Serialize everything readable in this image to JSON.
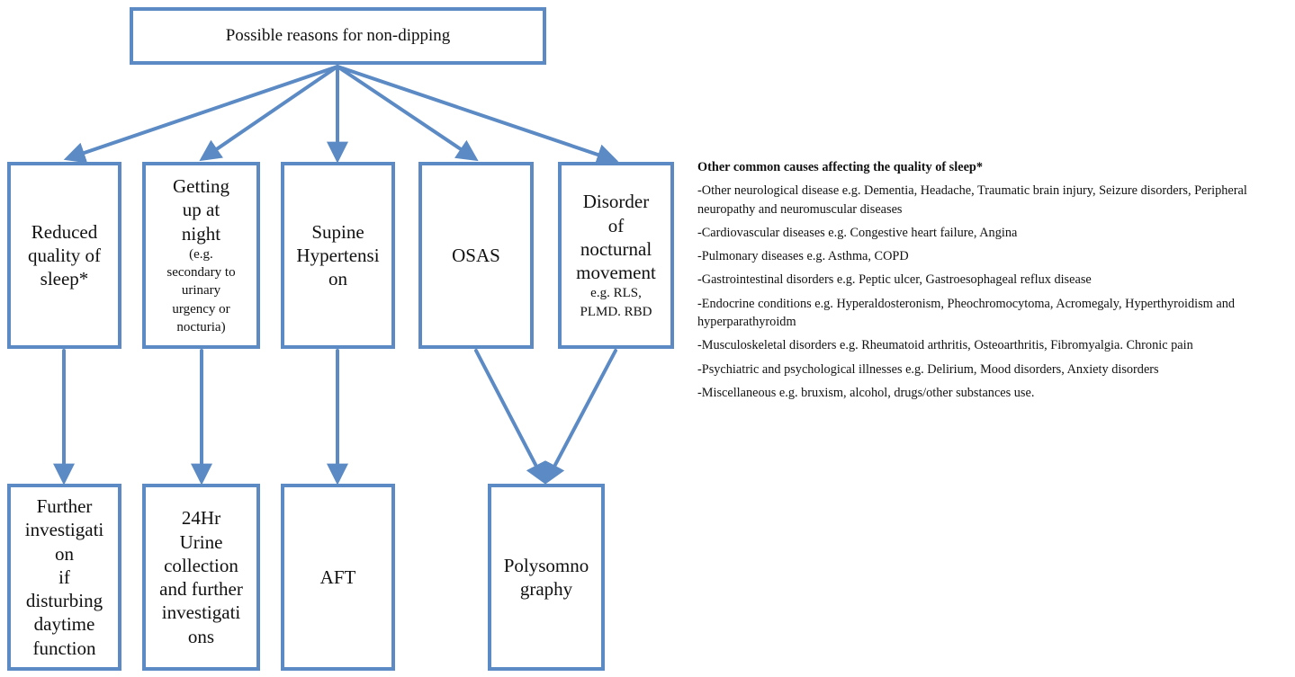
{
  "root": {
    "label": "Possible reasons for non-dipping"
  },
  "reasons": [
    {
      "main": "Reduced\nquality of\nsleep*",
      "sub": ""
    },
    {
      "main": "Getting\nup at\nnight",
      "sub": "(e.g.\nsecondary to\nurinary\nurgency or\nnocturia)"
    },
    {
      "main": "Supine\nHypertensi\non",
      "sub": ""
    },
    {
      "main": "OSAS",
      "sub": ""
    },
    {
      "main": "Disorder\nof\nnocturnal\nmovement",
      "sub": "e.g. RLS,\nPLMD. RBD"
    }
  ],
  "actions": [
    {
      "label": "Further\ninvestigati\non\nif\ndisturbing\ndaytime\nfunction"
    },
    {
      "label": "24Hr\nUrine\ncollection\nand further\ninvestigati\nons"
    },
    {
      "label": "AFT"
    },
    {
      "label": "Polysomno\ngraphy"
    }
  ],
  "side_panel": {
    "heading": "Other common causes affecting the quality of sleep*",
    "items": [
      "-Other neurological disease e.g. Dementia, Headache, Traumatic brain injury, Seizure disorders, Peripheral neuropathy and neuromuscular diseases",
      "-Cardiovascular diseases e.g. Congestive heart failure, Angina",
      "-Pulmonary diseases e.g. Asthma, COPD",
      "-Gastrointestinal disorders e.g. Peptic ulcer, Gastroesophageal reflux disease",
      "-Endocrine conditions e.g. Hyperaldosteronism, Pheochromocytoma, Acromegaly, Hyperthyroidism and hyperparathyroidm",
      "-Musculoskeletal disorders e.g. Rheumatoid arthritis, Osteoarthritis, Fibromyalgia. Chronic pain",
      "-Psychiatric and psychological illnesses e.g. Delirium, Mood disorders, Anxiety disorders",
      "-Miscellaneous e.g. bruxism, alcohol, drugs/other substances use."
    ]
  },
  "colors": {
    "stroke": "#5b8ac4",
    "text": "#111111",
    "background": "#ffffff"
  }
}
